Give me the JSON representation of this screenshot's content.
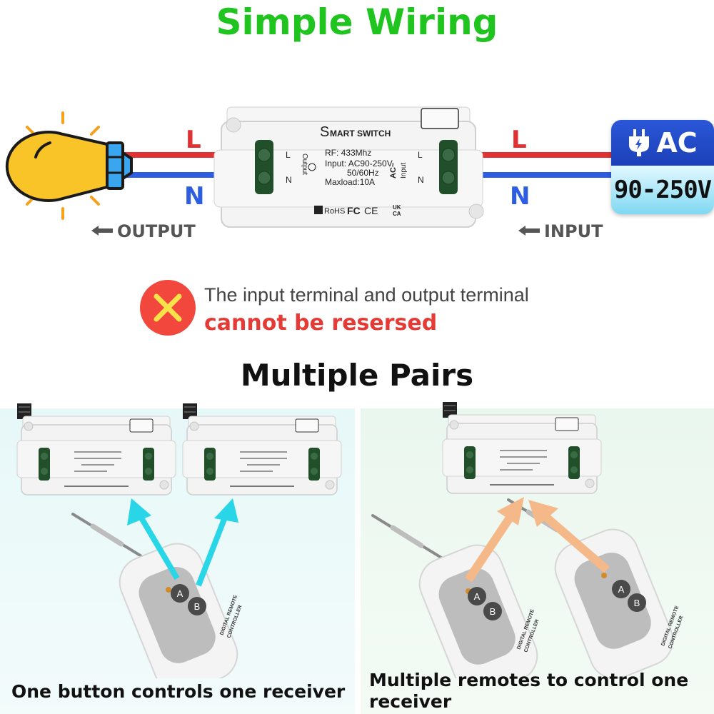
{
  "title": "Simple Wiring",
  "wiring": {
    "left_L": "L",
    "left_N": "N",
    "right_L": "L",
    "right_N": "N",
    "output_label": "OUTPUT",
    "input_label": "INPUT",
    "wire_colors": {
      "live": "#e03232",
      "neutral": "#2d5de0"
    }
  },
  "device": {
    "brand_prefix": "S",
    "brand_rest": "MART SWITCH",
    "rf": "RF: 433Mhz",
    "input": "Input: AC90-250V",
    "freq": "50/60Hz",
    "maxload": "Maxload:10A",
    "terminal_L": "L",
    "terminal_N": "N",
    "output_text": "Output",
    "ac_text": "AC~",
    "input_text": "Input",
    "cert_rohs": "RoHS",
    "cert_fc": "FC",
    "cert_ce": "CE",
    "cert_uk": "UK",
    "cert_ca": "CA"
  },
  "power_source": {
    "label": "AC",
    "voltage": "90-250V",
    "icon": "plug-icon"
  },
  "warning": {
    "line1": "The input terminal and output terminal",
    "line2": "cannot be resersed",
    "icon": "error-x-icon"
  },
  "pairs_title": "Multiple Pairs",
  "remote": {
    "button_a": "A",
    "button_b": "B",
    "label_line1": "DIGITAL REMOTE",
    "label_line2": "CONTROLLER"
  },
  "captions": {
    "left": "One button controls one receiver",
    "right": "Multiple remotes to control one receiver"
  },
  "colors": {
    "title_green": "#1fc41f",
    "warning_red": "#e53b37",
    "arrow_cyan": "#29d6e8",
    "arrow_orange": "#f5b889"
  }
}
